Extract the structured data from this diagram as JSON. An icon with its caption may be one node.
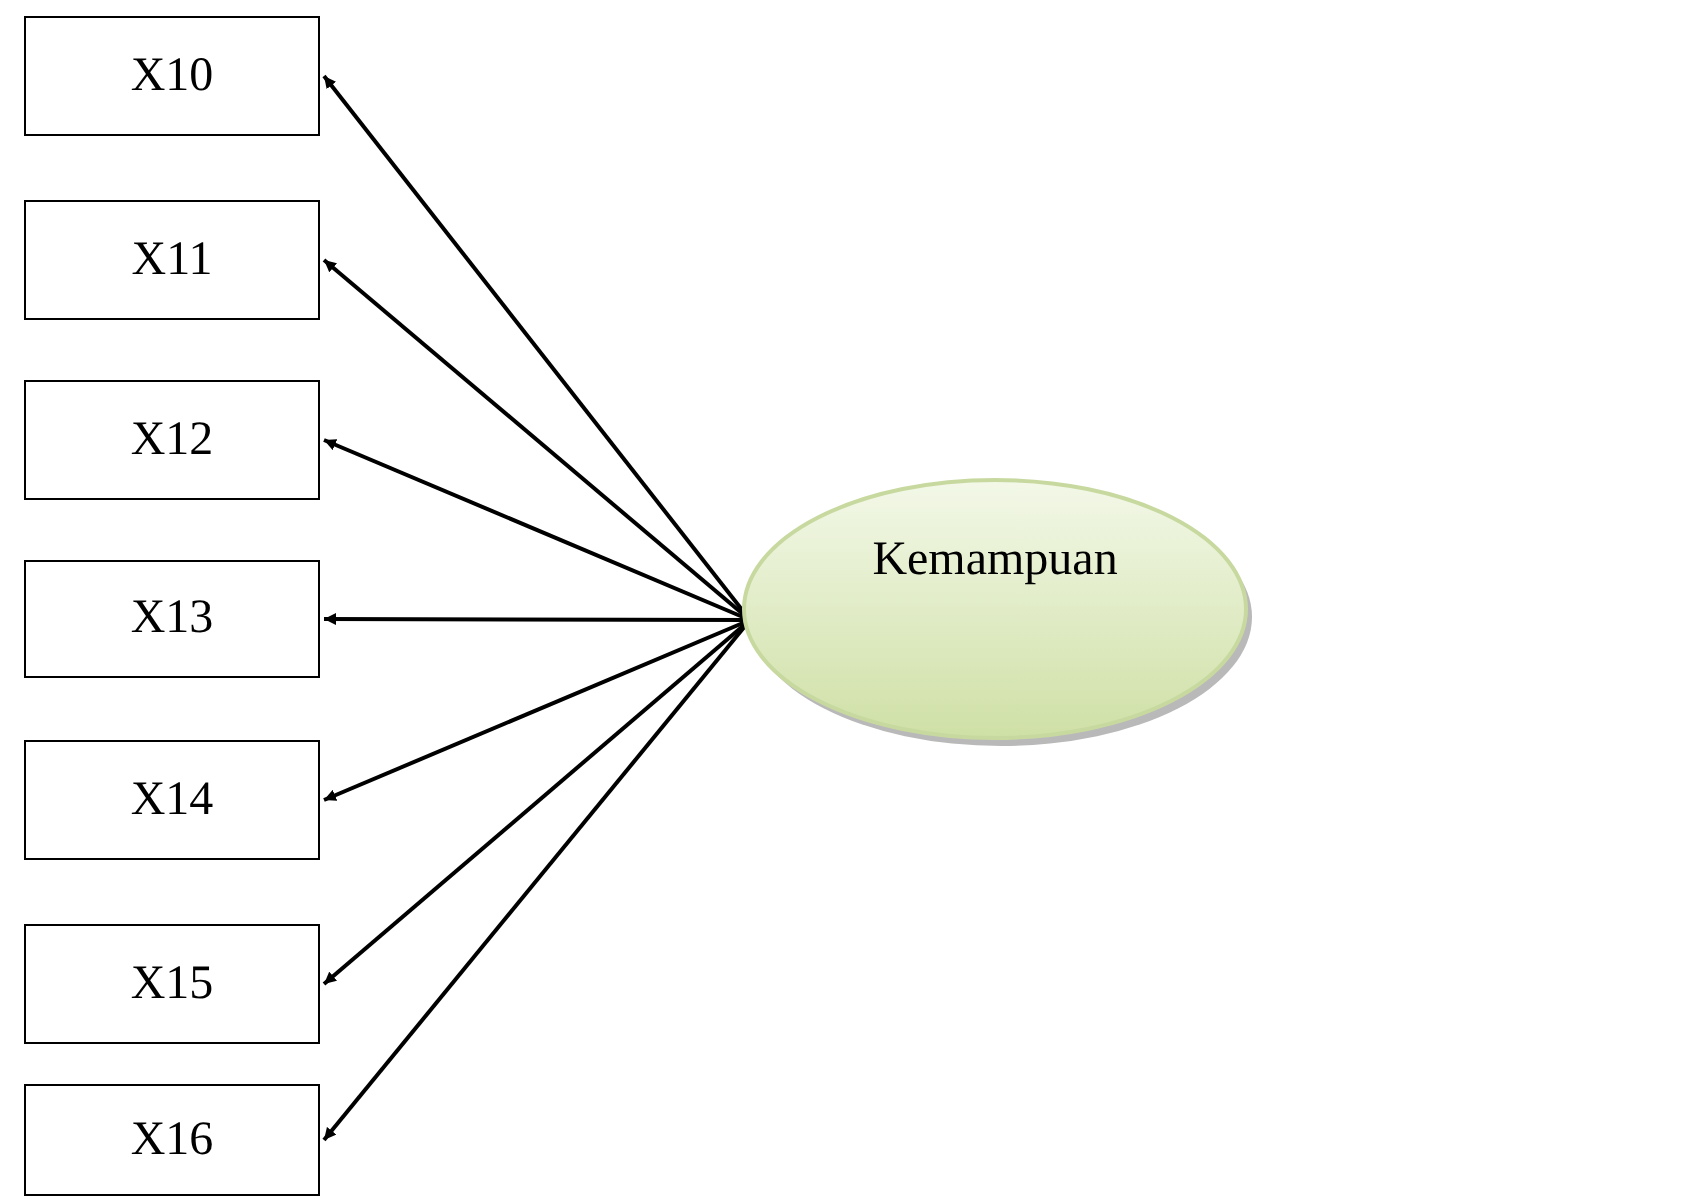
{
  "diagram": {
    "nodes": [
      {
        "text": [
          "X10"
        ]
      },
      {
        "text": [
          "X11"
        ]
      },
      {
        "text": [
          "X12"
        ]
      },
      {
        "text": [
          "X13"
        ]
      },
      {
        "text": [
          "X14"
        ]
      },
      {
        "text": [
          "X15"
        ]
      },
      {
        "text": [
          "X16"
        ]
      },
      {
        "text": [
          "Kemampuan"
        ]
      }
    ],
    "edges": [
      {
        "from": 7,
        "to": 0,
        "arrow": "to"
      },
      {
        "from": 7,
        "to": 1,
        "arrow": "to"
      },
      {
        "from": 7,
        "to": 2,
        "arrow": "to"
      },
      {
        "from": 7,
        "to": 3,
        "arrow": "to"
      },
      {
        "from": 7,
        "to": 4,
        "arrow": "to"
      },
      {
        "from": 7,
        "to": 5,
        "arrow": "to"
      },
      {
        "from": 7,
        "to": 6,
        "arrow": "to"
      }
    ]
  }
}
